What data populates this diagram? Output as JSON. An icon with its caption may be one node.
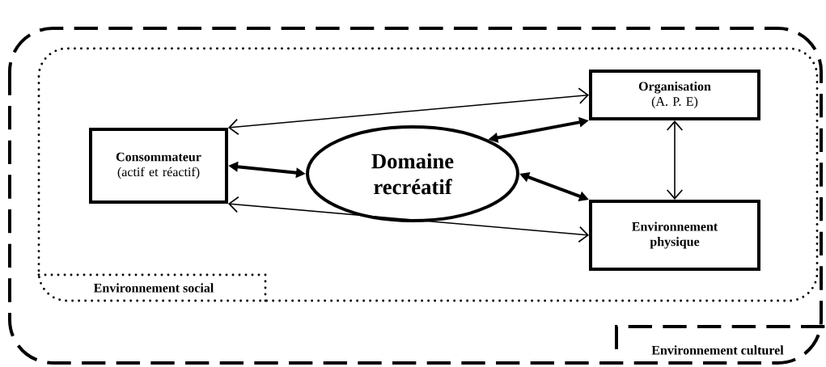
{
  "diagram": {
    "nodes": [
      {
        "text": [
          "Environnement culturel"
        ]
      },
      {
        "text": [
          "Environnement social"
        ],
        "in": 0
      },
      {
        "text": [
          "Consommateur",
          "(actif et réactif)"
        ],
        "in": 1
      },
      {
        "text": [
          "Domaine recréatif"
        ],
        "in": 1
      },
      {
        "text": [
          "Organisation",
          "(A. P. E)"
        ],
        "in": 1
      },
      {
        "text": [
          "Environnement physique"
        ],
        "in": 1
      }
    ],
    "edges": [
      {
        "from": 2,
        "to": 3,
        "arrow": "both",
        "style": "thick"
      },
      {
        "from": 2,
        "to": 4,
        "arrow": "both"
      },
      {
        "from": 2,
        "to": 5,
        "arrow": "both"
      },
      {
        "from": 3,
        "to": 4,
        "arrow": "both",
        "style": "thick"
      },
      {
        "from": 3,
        "to": 5,
        "arrow": "both",
        "style": "thick"
      },
      {
        "from": 4,
        "to": 5,
        "arrow": "both"
      }
    ]
  }
}
